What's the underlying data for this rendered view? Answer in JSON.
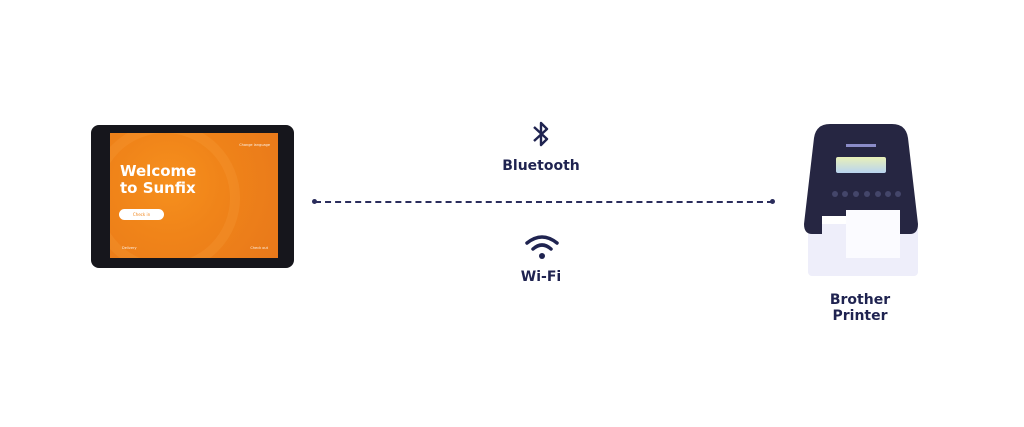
{
  "tablet": {
    "title": "Welcome to Sunfix",
    "title_line1": "Welcome",
    "title_line2": "to Sunfix",
    "button": "Check in",
    "top_right": "Change language",
    "bottom_left": "Delivery",
    "bottom_right": "Check out",
    "accent": "#f08419"
  },
  "connections": [
    {
      "label": "Bluetooth",
      "icon": "bluetooth-icon"
    },
    {
      "label": "Wi-Fi",
      "icon": "wifi-icon"
    }
  ],
  "printer": {
    "label": "Brother Printer"
  },
  "colors": {
    "navy": "#1f2350",
    "line": "#2b2d5c"
  }
}
